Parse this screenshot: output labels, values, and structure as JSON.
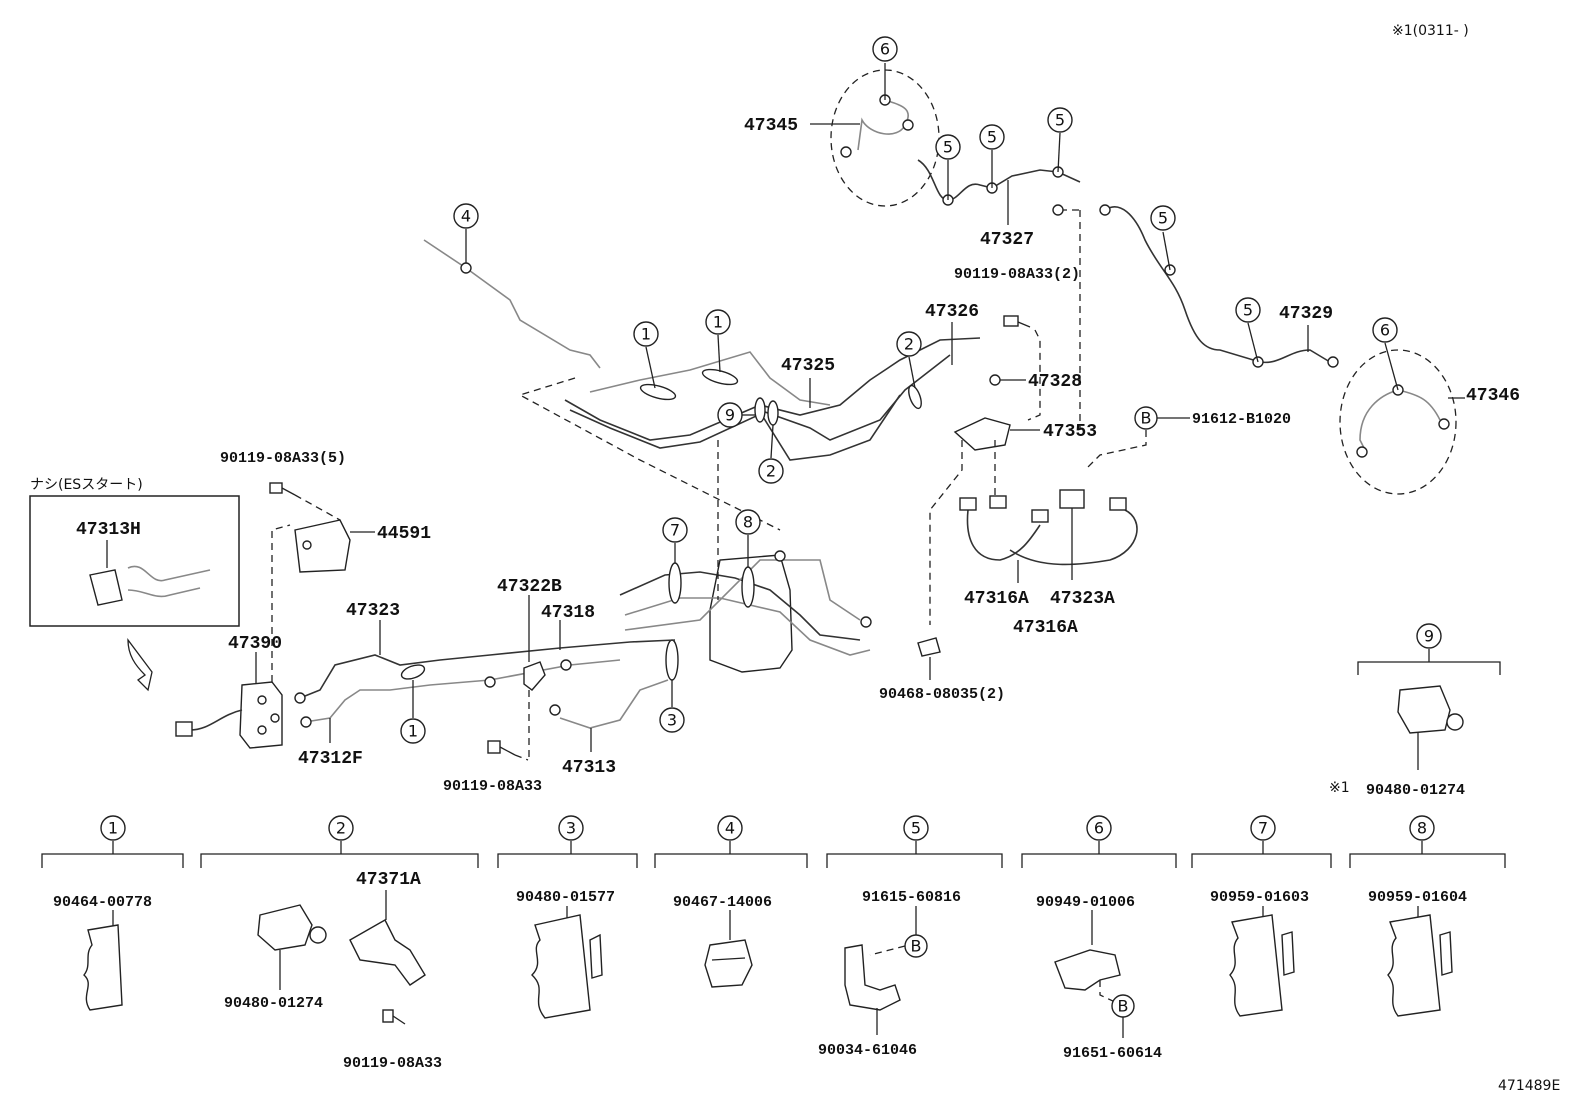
{
  "title_note": "※1(0311-      )",
  "figure_code": "471489E",
  "inset_label": "ナシ(ESスタート)",
  "star_note": "※1",
  "callouts": {
    "c1": "1",
    "c2": "2",
    "c3": "3",
    "c4": "4",
    "c5": "5",
    "c6": "6",
    "c7": "7",
    "c8": "8",
    "c9": "9",
    "cB": "B"
  },
  "parts": {
    "p47345": "47345",
    "p47327": "47327",
    "p90119_08A33_2": "90119-08A33(2)",
    "p47326": "47326",
    "p47329": "47329",
    "p47346": "47346",
    "p47325": "47325",
    "p47328": "47328",
    "p91612_B1020": "91612-B1020",
    "p47353": "47353",
    "p90119_08A33_5": "90119-08A33(5)",
    "p44591": "44591",
    "p47313H": "47313H",
    "p47316A_a": "47316A",
    "p47323A": "47323A",
    "p47316A_b": "47316A",
    "p47322B": "47322B",
    "p47323": "47323",
    "p47318": "47318",
    "p47390": "47390",
    "p90468_08035_2": "90468-08035(2)",
    "p47312F": "47312F",
    "p47313": "47313",
    "p90119_08A33_a": "90119-08A33",
    "p90480_01274_a": "90480-01274",
    "p90464_00778": "90464-00778",
    "p47371A": "47371A",
    "p90480_01274_b": "90480-01274",
    "p90119_08A33_b": "90119-08A33",
    "p90480_01577": "90480-01577",
    "p90467_14006": "90467-14006",
    "p91615_60816": "91615-60816",
    "p90034_61046": "90034-61046",
    "p90949_01006": "90949-01006",
    "p91651_60614": "91651-60614",
    "p90959_01603": "90959-01603",
    "p90959_01604": "90959-01604"
  }
}
